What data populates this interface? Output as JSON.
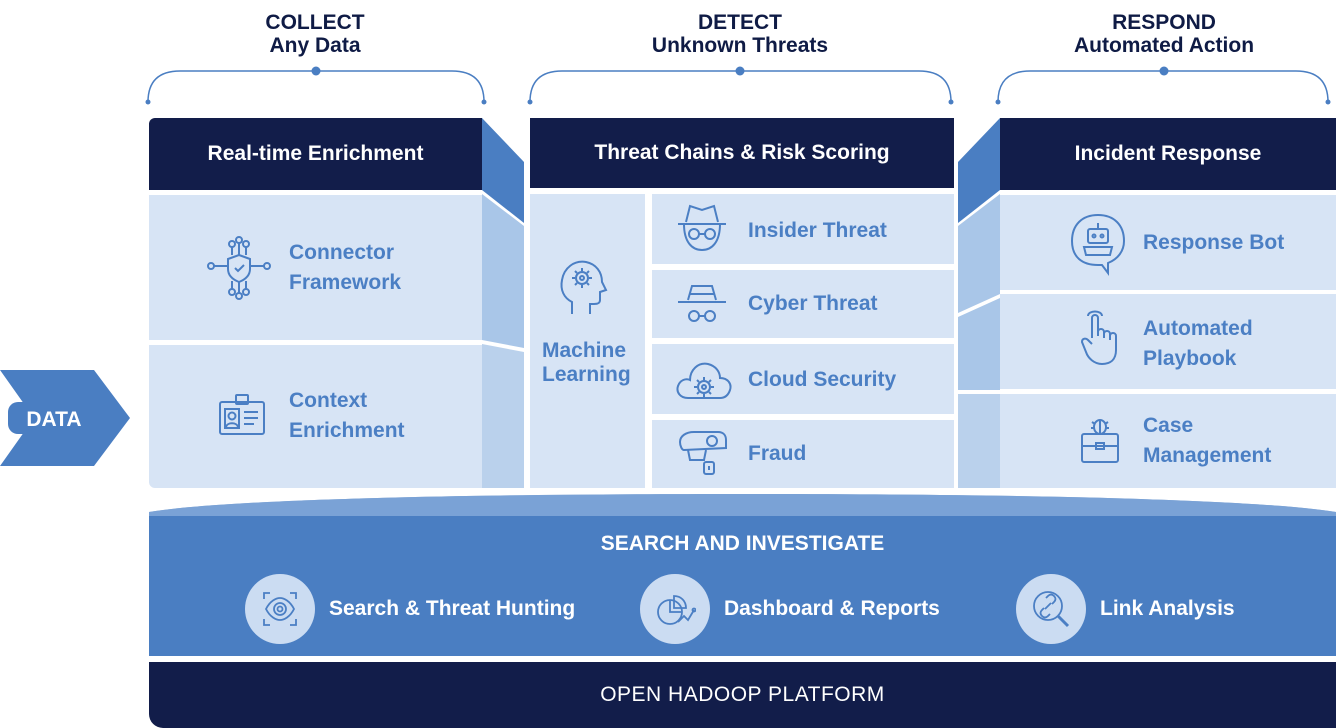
{
  "phases": [
    {
      "title": "COLLECT",
      "subtitle": "Any Data"
    },
    {
      "title": "DETECT",
      "subtitle": "Unknown Threats"
    },
    {
      "title": "RESPOND",
      "subtitle": "Automated Action"
    }
  ],
  "data_arrow": {
    "label": "DATA"
  },
  "collect": {
    "header": "Real-time Enrichment",
    "items": [
      {
        "label_line1": "Connector",
        "label_line2": "Framework",
        "icon": "connector-shield-icon"
      },
      {
        "label_line1": "Context",
        "label_line2": "Enrichment",
        "icon": "id-card-icon"
      }
    ]
  },
  "detect": {
    "header": "Threat Chains & Risk Scoring",
    "ml": {
      "label_line1": "Machine",
      "label_line2": "Learning",
      "icon": "brain-gear-icon"
    },
    "items": [
      {
        "label": "Insider Threat",
        "icon": "spy-hat-icon"
      },
      {
        "label": "Cyber Threat",
        "icon": "hacker-icon"
      },
      {
        "label": "Cloud Security",
        "icon": "cloud-gear-icon"
      },
      {
        "label": "Fraud",
        "icon": "cctv-camera-icon"
      }
    ]
  },
  "respond": {
    "header": "Incident Response",
    "items": [
      {
        "label_line1": "Response Bot",
        "label_line2": "",
        "icon": "robot-chat-icon"
      },
      {
        "label_line1": "Automated",
        "label_line2": "Playbook",
        "icon": "pointer-hand-icon"
      },
      {
        "label_line1": "Case",
        "label_line2": "Management",
        "icon": "briefcase-bug-icon"
      }
    ]
  },
  "search": {
    "title": "SEARCH AND INVESTIGATE",
    "tools": [
      {
        "label": "Search & Threat Hunting",
        "icon": "eye-scan-icon"
      },
      {
        "label": "Dashboard & Reports",
        "icon": "pie-chart-icon"
      },
      {
        "label": "Link Analysis",
        "icon": "link-search-icon"
      }
    ]
  },
  "platform": {
    "title": "OPEN HADOOP PLATFORM"
  },
  "colors": {
    "navy": "#121d4a",
    "blue": "#4a7ec2",
    "light_cell": "#d7e4f5",
    "side_panel": "#a9c6e8",
    "label_blue": "#4b7fc4"
  }
}
